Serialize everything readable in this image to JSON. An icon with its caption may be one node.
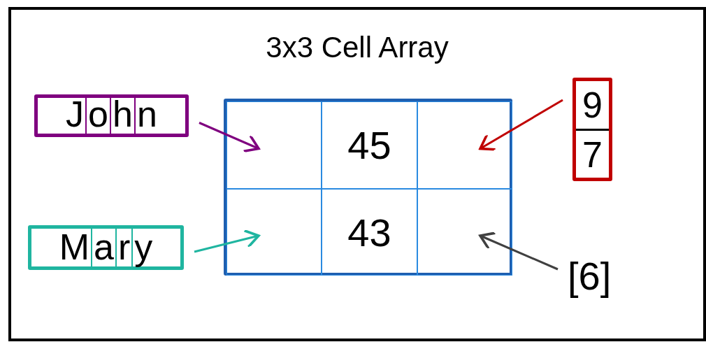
{
  "diagram": {
    "title": "3x3 Cell Array",
    "nodes": [
      {
        "text": [
          "John"
        ]
      },
      {
        "text": [],
        "shape": "box"
      },
      {
        "text": [],
        "shape": "box",
        "in": 1
      },
      {
        "text": [
          "45"
        ],
        "in": 1
      },
      {
        "text": [],
        "shape": "box",
        "in": 1
      },
      {
        "text": [],
        "shape": "box",
        "in": 1
      },
      {
        "text": [
          "43"
        ],
        "in": 1
      },
      {
        "text": [],
        "shape": "box",
        "in": 1
      },
      {
        "text": [
          "9",
          "7"
        ]
      },
      {
        "text": [
          "Mary"
        ]
      },
      {
        "text": [
          "[6]"
        ]
      }
    ],
    "edges": [
      {
        "from": 0,
        "to": 2,
        "arrow": "to",
        "color": "#7f007f"
      },
      {
        "from": 9,
        "to": 5,
        "arrow": "to",
        "color": "#1fb5a0"
      },
      {
        "from": 8,
        "to": 4,
        "arrow": "to",
        "color": "#c00000"
      },
      {
        "from": 10,
        "to": 7,
        "arrow": "to",
        "color": "#404040"
      }
    ]
  }
}
